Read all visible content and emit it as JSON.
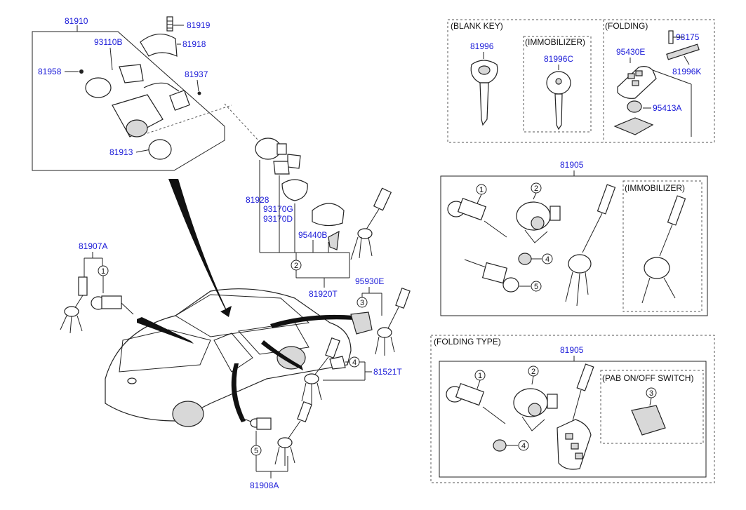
{
  "diagram": {
    "parts": {
      "p81910": "81910",
      "p81919": "81919",
      "p81918": "81918",
      "p93110B": "93110B",
      "p81958": "81958",
      "p81937": "81937",
      "p81913": "81913",
      "p81928": "81928",
      "p93170G": "93170G",
      "p93170D": "93170D",
      "p95440B": "95440B",
      "p81920T": "81920T",
      "p81907A": "81907A",
      "p95930E": "95930E",
      "p81521T": "81521T",
      "p81908A": "81908A",
      "p81996": "81996",
      "p81996C": "81996C",
      "p95430E": "95430E",
      "p98175": "98175",
      "p81996K": "81996K",
      "p95413A": "95413A",
      "p81905a": "81905",
      "p81905b": "81905"
    },
    "headers": {
      "blank_key": "(BLANK KEY)",
      "immobilizer_small": "(IMMOBILIZER)",
      "folding": "(FOLDING)",
      "immobilizer_large": "(IMMOBILIZER)",
      "folding_type": "(FOLDING TYPE)",
      "pab_switch": "(PAB ON/OFF SWITCH)"
    },
    "callouts": {
      "c1": "1",
      "c2": "2",
      "c3": "3",
      "c4": "4",
      "c5": "5"
    }
  }
}
